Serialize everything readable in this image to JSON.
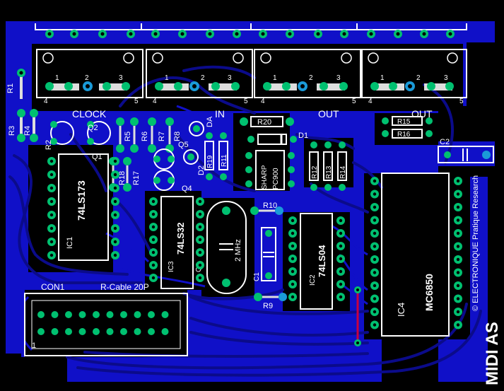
{
  "colors": {
    "background": "#000000",
    "copper": "#1010c8",
    "copper_dark": "#0b0b8a",
    "silk": "#ffffff",
    "pad": "#00c070",
    "hole": "#1a9ad8",
    "drill": "#000000",
    "jumper": "#c80040"
  },
  "connectors": [
    {
      "label": "CLOCK",
      "pins": [
        "1",
        "2",
        "3",
        "4",
        "5"
      ]
    },
    {
      "label": "IN",
      "pins": [
        "1",
        "2",
        "3",
        "4",
        "5"
      ]
    },
    {
      "label": "OUT",
      "pins": [
        "1",
        "2",
        "3",
        "4",
        "5"
      ]
    },
    {
      "label": "OUT",
      "pins": [
        "1",
        "2",
        "3",
        "4",
        "5"
      ]
    }
  ],
  "chips": {
    "ic1": {
      "ref": "IC1",
      "part": "74LS173"
    },
    "ic3": {
      "ref": "IC3",
      "part": "74LS32"
    },
    "ic2": {
      "ref": "IC2",
      "part": "74LS04"
    },
    "ic4": {
      "ref": "IC4",
      "part": "MC6850"
    },
    "opto": {
      "part_line1": "SHARP",
      "part_line2": "PC900"
    }
  },
  "crystal": {
    "freq": "2 MHz"
  },
  "con1": {
    "ref": "CON1",
    "desc": "R-Cable 20P",
    "pin1": "1"
  },
  "resistors": [
    "R1",
    "R2",
    "R3",
    "R4",
    "R5",
    "R6",
    "R7",
    "R8",
    "R9",
    "R10",
    "R11",
    "R12",
    "R13",
    "R14",
    "R15",
    "R16",
    "R17",
    "R18",
    "R19",
    "R20"
  ],
  "transistors": [
    "Q1",
    "Q2",
    "Q3",
    "Q4",
    "Q5"
  ],
  "capacitors": [
    "C1",
    "C2"
  ],
  "diodes": [
    "D1",
    "D2",
    "DA"
  ],
  "vertical_text": {
    "copyright": "© ELECTRONIQUE Pratique Research",
    "brand": "MIDI AS"
  }
}
